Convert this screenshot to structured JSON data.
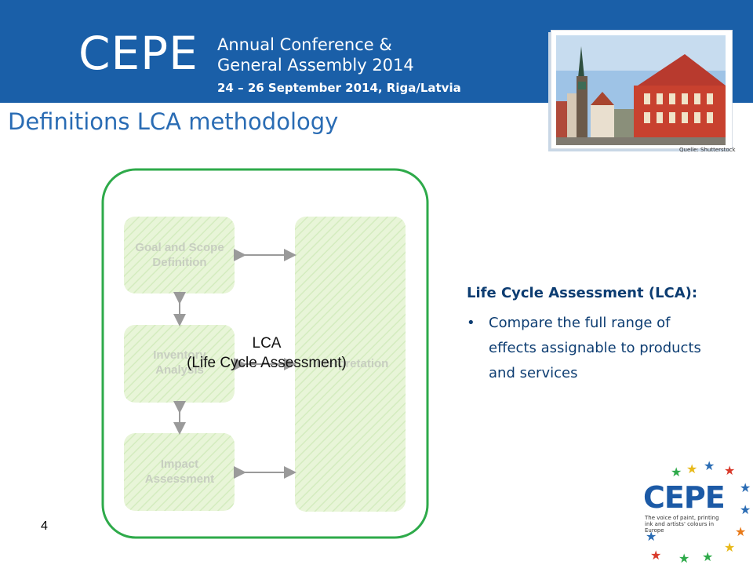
{
  "header": {
    "logo_text": "CEPE",
    "conference_line1": "Annual Conference &",
    "conference_line2": "General Assembly 2014",
    "conference_dates": "24 – 26 September 2014, Riga/Latvia",
    "photo_credit": "Quelle: Shutterstock"
  },
  "slide": {
    "title": "Definitions  LCA methodology",
    "page_number": "4"
  },
  "diagram": {
    "boxes": [
      "Goal and Scope Definition",
      "Inventory Analysis",
      "Impact Assessment",
      "Interpretation"
    ],
    "overlay_label_line1": "LCA",
    "overlay_label_line2": "(Life Cycle Assessment)",
    "colors": {
      "frame": "#2eaa4a",
      "box_fill": "#e8f5d8",
      "box_text": "#c9d0c2",
      "arrow": "#9a9a9a"
    }
  },
  "content": {
    "heading": "Life Cycle Assessment (LCA):",
    "bullets": [
      "Compare the full range of effects assignable to products and services"
    ]
  },
  "footer_logo": {
    "word": "CEPE",
    "tagline": "The voice of paint, printing ink and artists' colours in Europe"
  }
}
